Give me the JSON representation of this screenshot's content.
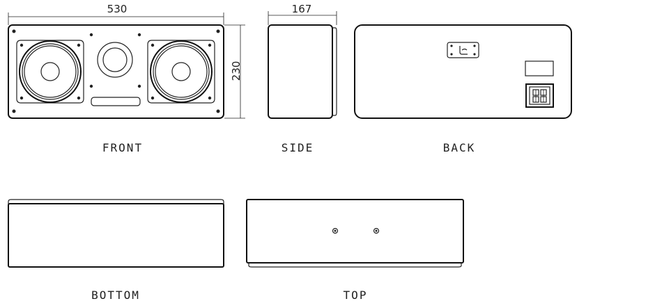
{
  "dimensions": {
    "front_width": "530",
    "side_depth": "167",
    "height": "230"
  },
  "views": {
    "front": "FRONT",
    "side": "SIDE",
    "back": "BACK",
    "bottom": "BOTTOM",
    "top": "TOP"
  }
}
